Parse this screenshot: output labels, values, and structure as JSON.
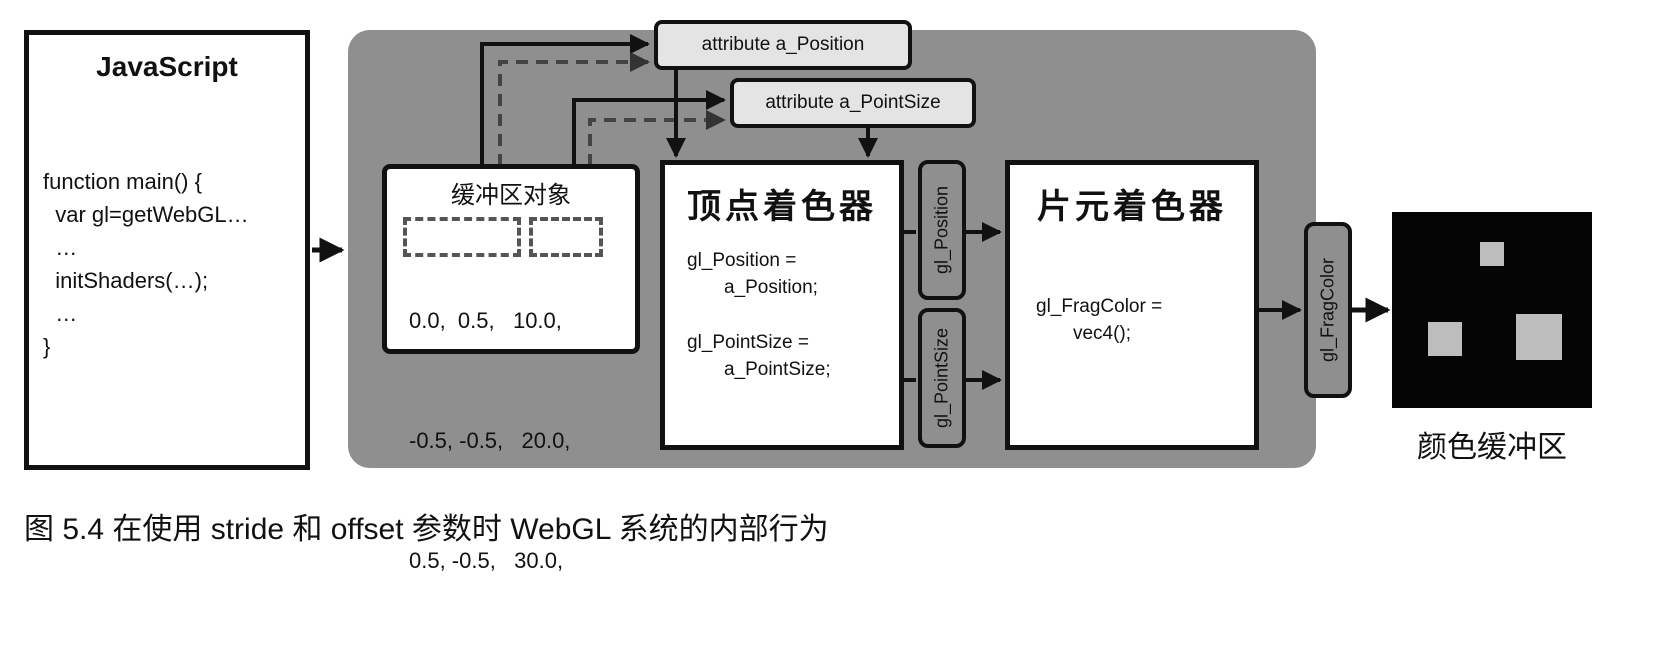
{
  "javascript": {
    "title": "JavaScript",
    "code": "function main() {\n  var gl=getWebGL…\n  …\n  initShaders(…);\n  …\n}"
  },
  "buffer": {
    "title": "缓冲区对象",
    "rows": [
      "0.0,  0.5,   10.0,",
      "-0.5, -0.5,   20.0,",
      "0.5, -0.5,   30.0,"
    ]
  },
  "attributes": {
    "position": "attribute a_Position",
    "point_size": "attribute a_PointSize"
  },
  "vertex_shader": {
    "title": "顶点着色器",
    "code_position": "gl_Position =\n       a_Position;",
    "code_point_size": "gl_PointSize =\n       a_PointSize;"
  },
  "varyings": {
    "position": "gl_Position",
    "point_size": "gl_PointSize",
    "frag_color": "gl_FragColor"
  },
  "fragment_shader": {
    "title": "片元着色器",
    "code": "gl_FragColor =\n       vec4();"
  },
  "color_buffer": {
    "label": "颜色缓冲区"
  },
  "caption": "图 5.4  在使用 stride 和 offset 参数时 WebGL 系统的内部行为"
}
